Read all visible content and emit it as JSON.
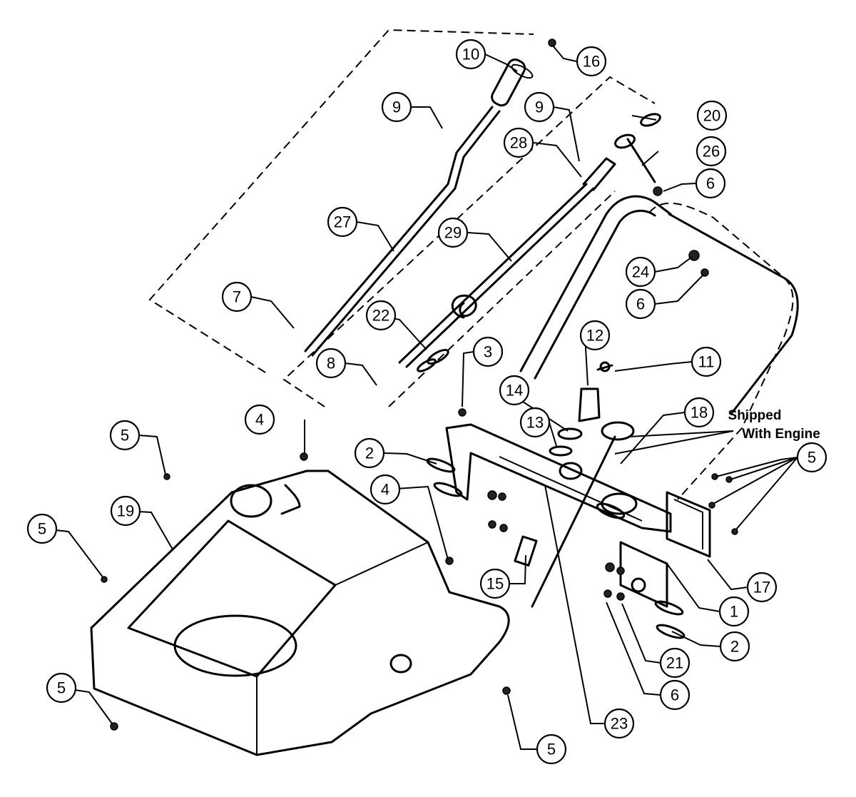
{
  "note": {
    "line1": "Shipped",
    "line2": "With Engine"
  },
  "callouts": {
    "c10": "10",
    "c16": "16",
    "c9a": "9",
    "c9b": "9",
    "c20": "20",
    "c28": "28",
    "c26": "26",
    "c6a": "6",
    "c27": "27",
    "c29": "29",
    "c24": "24",
    "c6b": "6",
    "c7": "7",
    "c22": "22",
    "c12": "12",
    "c3": "3",
    "c11": "11",
    "c8": "8",
    "c14": "14",
    "c4a": "4",
    "c18": "18",
    "c13": "13",
    "c5a": "5",
    "c2a": "2",
    "c5b": "5",
    "c19": "19",
    "c4b": "4",
    "c5c": "5",
    "c15": "15",
    "c17": "17",
    "c1": "1",
    "c2b": "2",
    "c21": "21",
    "c6c": "6",
    "c5d": "5",
    "c23": "23",
    "c5e": "5"
  }
}
